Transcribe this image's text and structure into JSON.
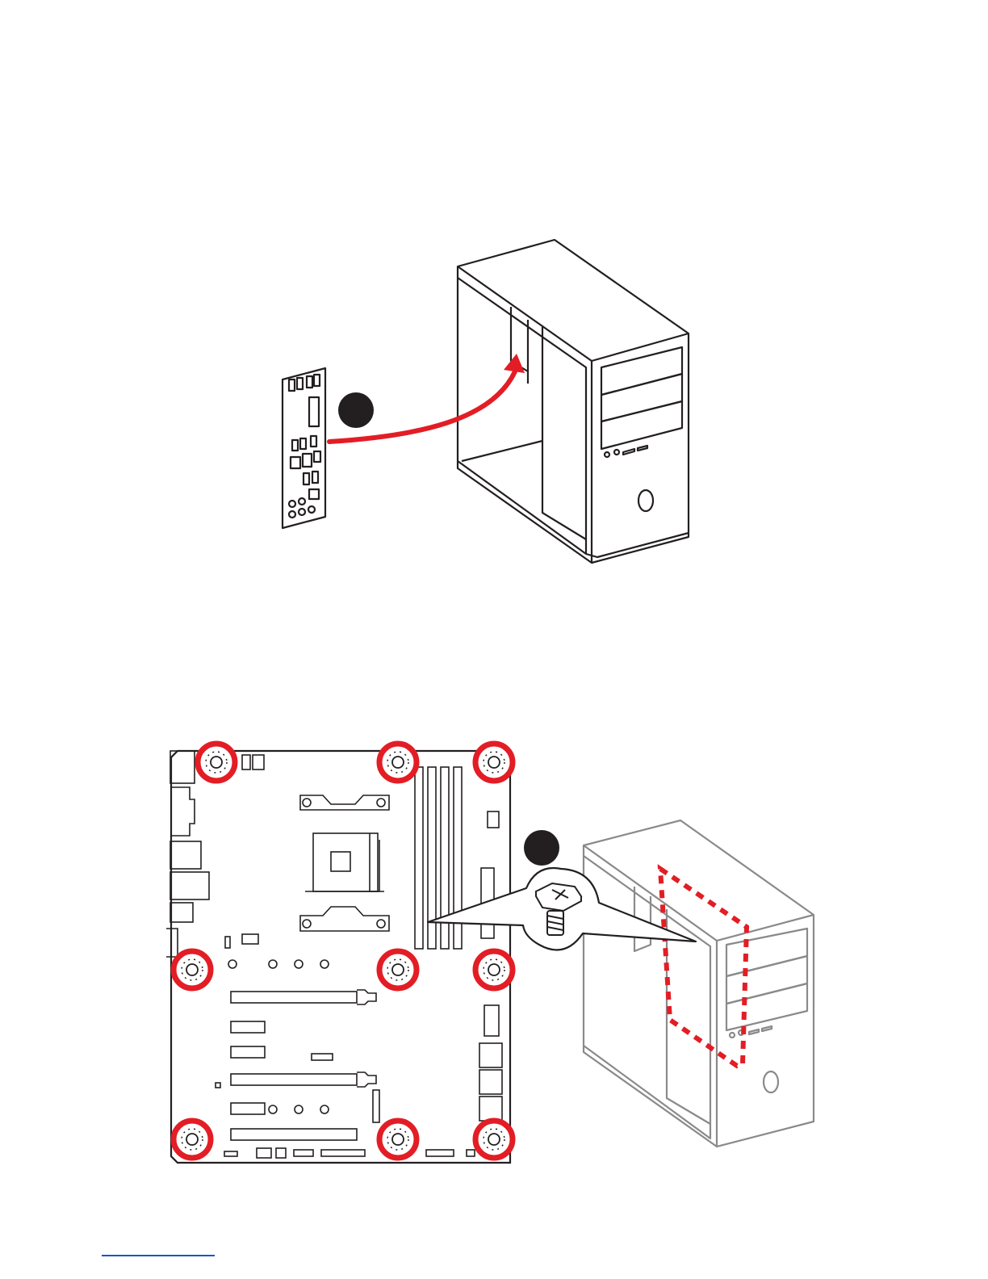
{
  "colors": {
    "line": "#231f20",
    "accent": "#e31d25",
    "case_outline": "#8a8a8a",
    "footer_rule": "#1a55c8",
    "background": "#ffffff"
  },
  "steps": [
    {
      "marker": "step-1-marker",
      "description_shown": false
    },
    {
      "marker": "step-2-marker",
      "description_shown": false
    }
  ],
  "icons": {
    "arrow": "curved-arrow-icon",
    "screw": "screw-icon",
    "mount_hole": "mounting-hole-icon",
    "dashed_outline": "board-outline-dashed"
  },
  "mounting_holes": {
    "count": 9,
    "highlight": "accent"
  }
}
